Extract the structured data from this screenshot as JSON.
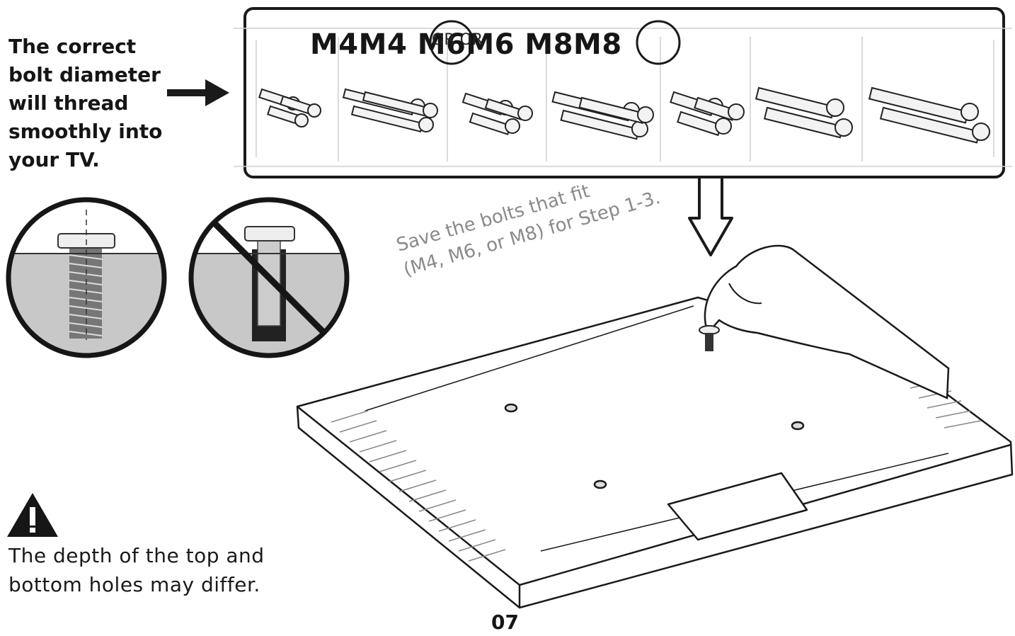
{
  "intro": {
    "lines": [
      "The correct",
      "bolt diameter",
      "will thread",
      "smoothly into",
      "your TV."
    ]
  },
  "bolt_tray": {
    "size_labels": "M4M4 M6M6 M8M8",
    "or_mark": "OR OR"
  },
  "save_note": {
    "line1": "Save the bolts that fit",
    "line2": "(M4, M6, or M8) for Step 1-3."
  },
  "warning": {
    "line1": "The depth of the top and",
    "line2": "bottom holes may differ."
  },
  "page_number": "07",
  "icons": {
    "arrow": "right-arrow-icon",
    "down_arrow": "down-arrow-icon",
    "warning": "warning-triangle-icon",
    "correct": "correct-bolt-icon",
    "wrong": "wrong-bolt-icon"
  },
  "colors": {
    "ink": "#111111",
    "soft_text": "#8a8a8a",
    "cutaway_gray": "#c8c8c8"
  }
}
